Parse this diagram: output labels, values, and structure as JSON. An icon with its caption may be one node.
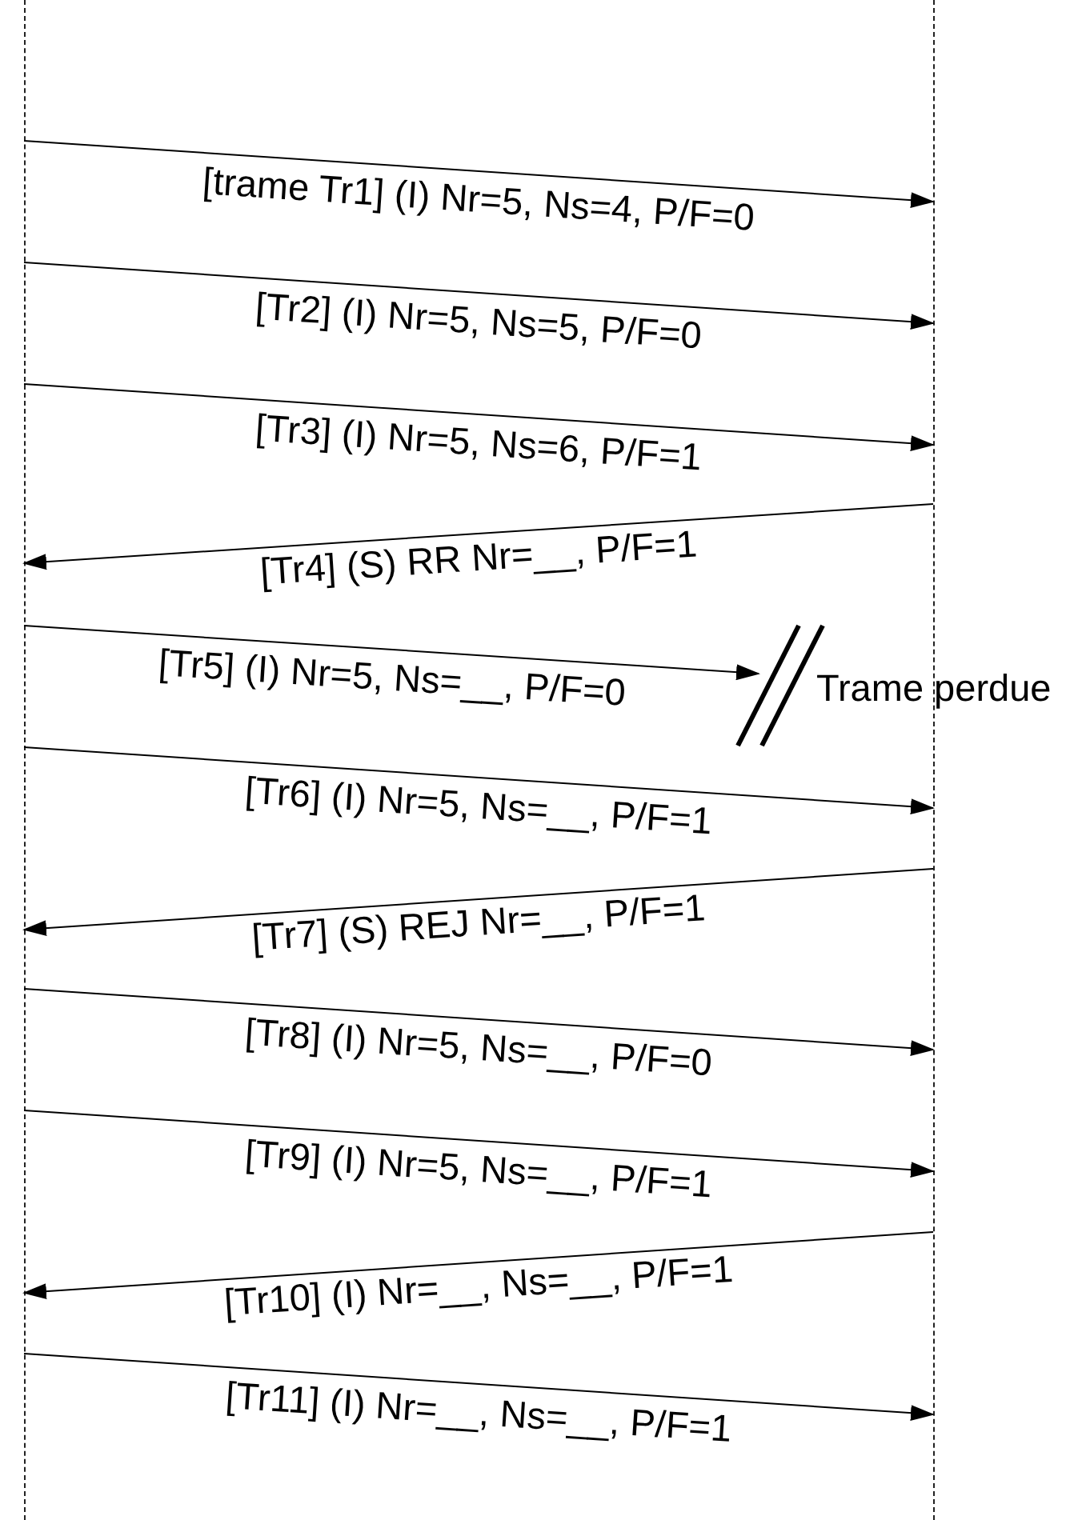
{
  "diagram": {
    "nodes": [
      {
        "text": [],
        "shape": "line"
      },
      {
        "text": [],
        "shape": "line"
      }
    ],
    "edges": [
      {
        "from": 0,
        "to": 1,
        "arrow": "to",
        "label": "[trame Tr1] (I) Nr=5, Ns=4, P/F=0"
      },
      {
        "from": 0,
        "to": 1,
        "arrow": "to",
        "label": "[Tr2] (I) Nr=5, Ns=5, P/F=0"
      },
      {
        "from": 0,
        "to": 1,
        "arrow": "to",
        "label": "[Tr3] (I) Nr=5, Ns=6, P/F=1"
      },
      {
        "from": 1,
        "to": 0,
        "arrow": "to",
        "label": "[Tr4] (S) RR Nr=__, P/F=1"
      },
      {
        "from": 0,
        "to": null,
        "arrow": "to",
        "label": "[Tr5] (I) Nr=5, Ns=__, P/F=0"
      },
      {
        "from": 0,
        "to": 1,
        "arrow": "to",
        "label": "[Tr6] (I) Nr=5, Ns=__, P/F=1"
      },
      {
        "from": 1,
        "to": 0,
        "arrow": "to",
        "label": "[Tr7] (S) REJ Nr=__, P/F=1"
      },
      {
        "from": 0,
        "to": 1,
        "arrow": "to",
        "label": "[Tr8] (I) Nr=5, Ns=__, P/F=0"
      },
      {
        "from": 0,
        "to": 1,
        "arrow": "to",
        "label": "[Tr9] (I) Nr=5, Ns=__, P/F=1"
      },
      {
        "from": 1,
        "to": 0,
        "arrow": "to",
        "label": "[Tr10] (I) Nr=__, Ns=__, P/F=1"
      },
      {
        "from": 0,
        "to": 1,
        "arrow": "to",
        "label": "[Tr11] (I) Nr=__, Ns=__, P/F=1"
      }
    ],
    "labels": [
      "Trame perdue"
    ]
  }
}
